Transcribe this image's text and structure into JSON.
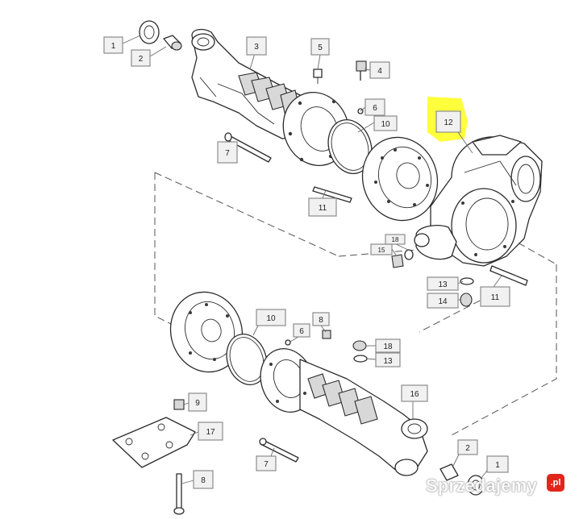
{
  "diagram": {
    "callouts": [
      {
        "id": "c1a",
        "label": "1"
      },
      {
        "id": "c2a",
        "label": "2"
      },
      {
        "id": "c3",
        "label": "3"
      },
      {
        "id": "c5",
        "label": "5"
      },
      {
        "id": "c4",
        "label": "4"
      },
      {
        "id": "c6a",
        "label": "6"
      },
      {
        "id": "c10a",
        "label": "10"
      },
      {
        "id": "c7a",
        "label": "7"
      },
      {
        "id": "c11a",
        "label": "11"
      },
      {
        "id": "c12",
        "label": "12"
      },
      {
        "id": "c18a",
        "label": "18"
      },
      {
        "id": "c15",
        "label": "15"
      },
      {
        "id": "c13a",
        "label": "13"
      },
      {
        "id": "c14",
        "label": "14"
      },
      {
        "id": "c11b",
        "label": "11"
      },
      {
        "id": "c10b",
        "label": "10"
      },
      {
        "id": "c8a",
        "label": "8"
      },
      {
        "id": "c6b",
        "label": "6"
      },
      {
        "id": "c18b",
        "label": "18"
      },
      {
        "id": "c13b",
        "label": "13"
      },
      {
        "id": "c16",
        "label": "16"
      },
      {
        "id": "c9",
        "label": "9"
      },
      {
        "id": "c17",
        "label": "17"
      },
      {
        "id": "c7b",
        "label": "7"
      },
      {
        "id": "c2b",
        "label": "2"
      },
      {
        "id": "c1b",
        "label": "1"
      },
      {
        "id": "c8b",
        "label": "8"
      }
    ],
    "highlight_color": "#ffff3c"
  },
  "watermark": {
    "text": "Sprzedajemy",
    "badge": ".pl"
  }
}
